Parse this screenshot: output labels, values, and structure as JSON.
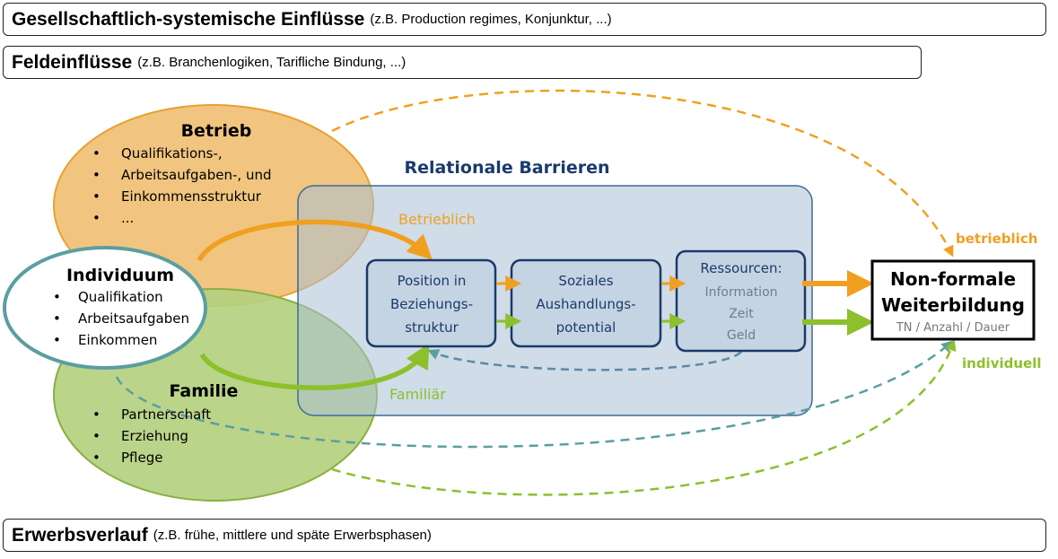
{
  "bands": {
    "society": {
      "title": "Gesellschaftlich-systemische Einflüsse",
      "subtitle": "(z.B. Production regimes, Konjunktur, ...)"
    },
    "field": {
      "title": "Feldeinflüsse",
      "subtitle": "(z.B. Branchenlogiken, Tarifliche Bindung, ...)"
    },
    "career": {
      "title": "Erwerbsverlauf",
      "subtitle": "(z.B. frühe, mittlere und späte Erwerbsphasen)"
    }
  },
  "betrieb": {
    "title": "Betrieb",
    "items": [
      "Qualifikations-,",
      "Arbeitsaufgaben-, und",
      "Einkommensstruktur",
      "..."
    ]
  },
  "individuum": {
    "title": "Individuum",
    "items": [
      "Qualifikation",
      "Arbeitsaufgaben",
      "Einkommen"
    ]
  },
  "familie": {
    "title": "Familie",
    "items": [
      "Partnerschaft",
      "Erziehung",
      "Pflege"
    ]
  },
  "barriers": {
    "title": "Relationale Barrieren",
    "betrieblich_label": "Betrieblich",
    "familiar_label": "Familiär",
    "position": [
      "Position in",
      "Beziehungs-",
      "struktur"
    ],
    "soziales": [
      "Soziales",
      "Aushandlungs-",
      "potential"
    ],
    "ressourcen": {
      "title": "Ressourcen:",
      "items": [
        "Information",
        "Zeit",
        "Geld"
      ]
    }
  },
  "outcome": {
    "line1": "Non-formale",
    "line2": "Weiterbildung",
    "sub": "TN / Anzahl / Dauer",
    "betrieblich_label": "betrieblich",
    "individuell_label": "individuell"
  },
  "colors": {
    "orange": "#f0a020",
    "green": "#8cc02c",
    "teal": "#5b9ea0",
    "navy": "#1b3a6b",
    "betrieb_fill": "#f0c074",
    "familie_fill": "#b4d080",
    "barrier_fill": "#c5d4e2"
  }
}
